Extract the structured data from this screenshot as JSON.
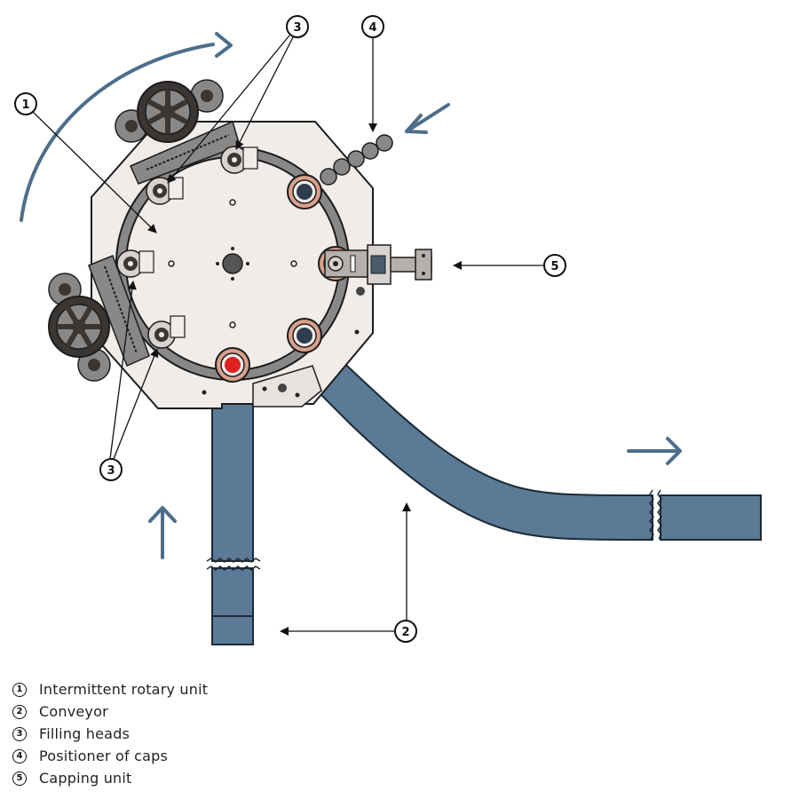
{
  "callouts": {
    "c1": "1",
    "c2": "2",
    "c3_top": "3",
    "c3_bottom": "3",
    "c4": "4",
    "c5": "5"
  },
  "legend": {
    "items": [
      {
        "number": "1",
        "label": "Intermittent rotary unit"
      },
      {
        "number": "2",
        "label": "Conveyor"
      },
      {
        "number": "3",
        "label": "Filling heads"
      },
      {
        "number": "4",
        "label": "Positioner of caps"
      },
      {
        "number": "5",
        "label": "Capping unit"
      }
    ]
  },
  "colors": {
    "conveyor": "#5b7a96",
    "flow_arrow": "#4d6e8a",
    "housing": "#f0ecea",
    "plate": "#8a8886",
    "wheel": "#3a3634",
    "container_ring": "#d9a08c",
    "bottle_filled": "#e02020"
  }
}
